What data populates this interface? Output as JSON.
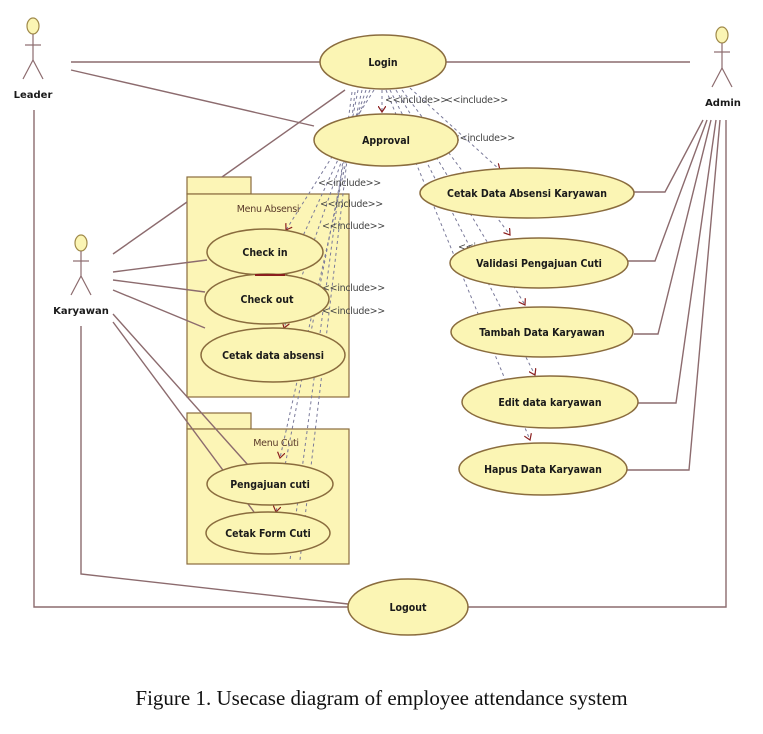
{
  "figure": {
    "caption": "Figure 1. Usecase diagram of employee attendance system"
  },
  "colors": {
    "usecase_fill": "#fbf5b4",
    "usecase_stroke": "#8a6c3e",
    "package_fill": "#fcf5b6",
    "package_stroke": "#8a6c3e",
    "association": "#8c6b6e",
    "include_line": "#7a7a9a",
    "arrowhead": "#8b1e1e"
  },
  "actors": {
    "leader": "Leader",
    "admin": "Admin",
    "karyawan": "Karyawan"
  },
  "packages": {
    "absensi": "Menu Absensi",
    "cuti": "Menu Cuti"
  },
  "usecases": {
    "login": "Login",
    "approval": "Approval",
    "cetak_data_absensi_karyawan": "Cetak Data Absensi Karyawan",
    "validasi_pengajuan_cuti": "Validasi Pengajuan Cuti",
    "tambah_data_karyawan": "Tambah Data Karyawan",
    "edit_data_karyawan": "Edit data karyawan",
    "hapus_data_karyawan": "Hapus Data Karyawan",
    "check_in": "Check in",
    "check_out": "Check out",
    "cetak_data_absensi": "Cetak data absensi",
    "pengajuan_cuti": "Pengajuan cuti",
    "cetak_form_cuti": "Cetak Form Cuti",
    "logout": "Logout"
  },
  "include_label": "<<include>>"
}
